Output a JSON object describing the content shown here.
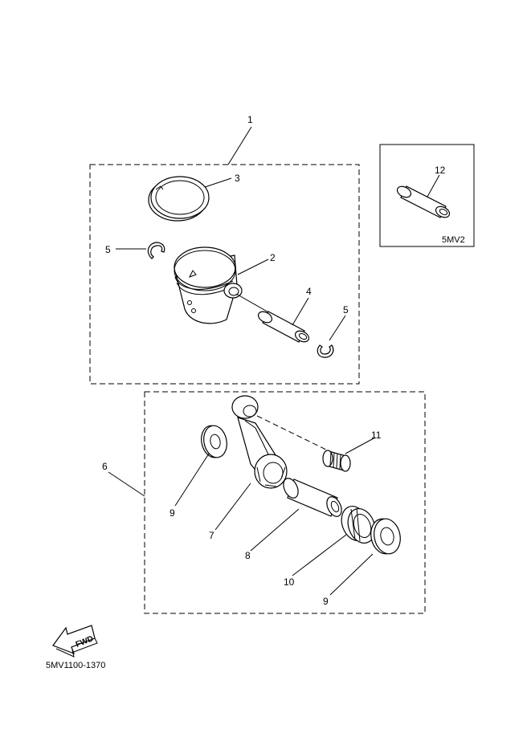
{
  "diagram": {
    "callouts": {
      "c1": "1",
      "c2": "2",
      "c3": "3",
      "c4": "4",
      "c5a": "5",
      "c5b": "5",
      "c6": "6",
      "c7": "7",
      "c8": "8",
      "c9a": "9",
      "c9b": "9",
      "c10": "10",
      "c11": "11",
      "c12": "12"
    },
    "inset_label": "5MV2",
    "fwd_label": "FWD",
    "drawing_number": "5MV1100-1370"
  }
}
